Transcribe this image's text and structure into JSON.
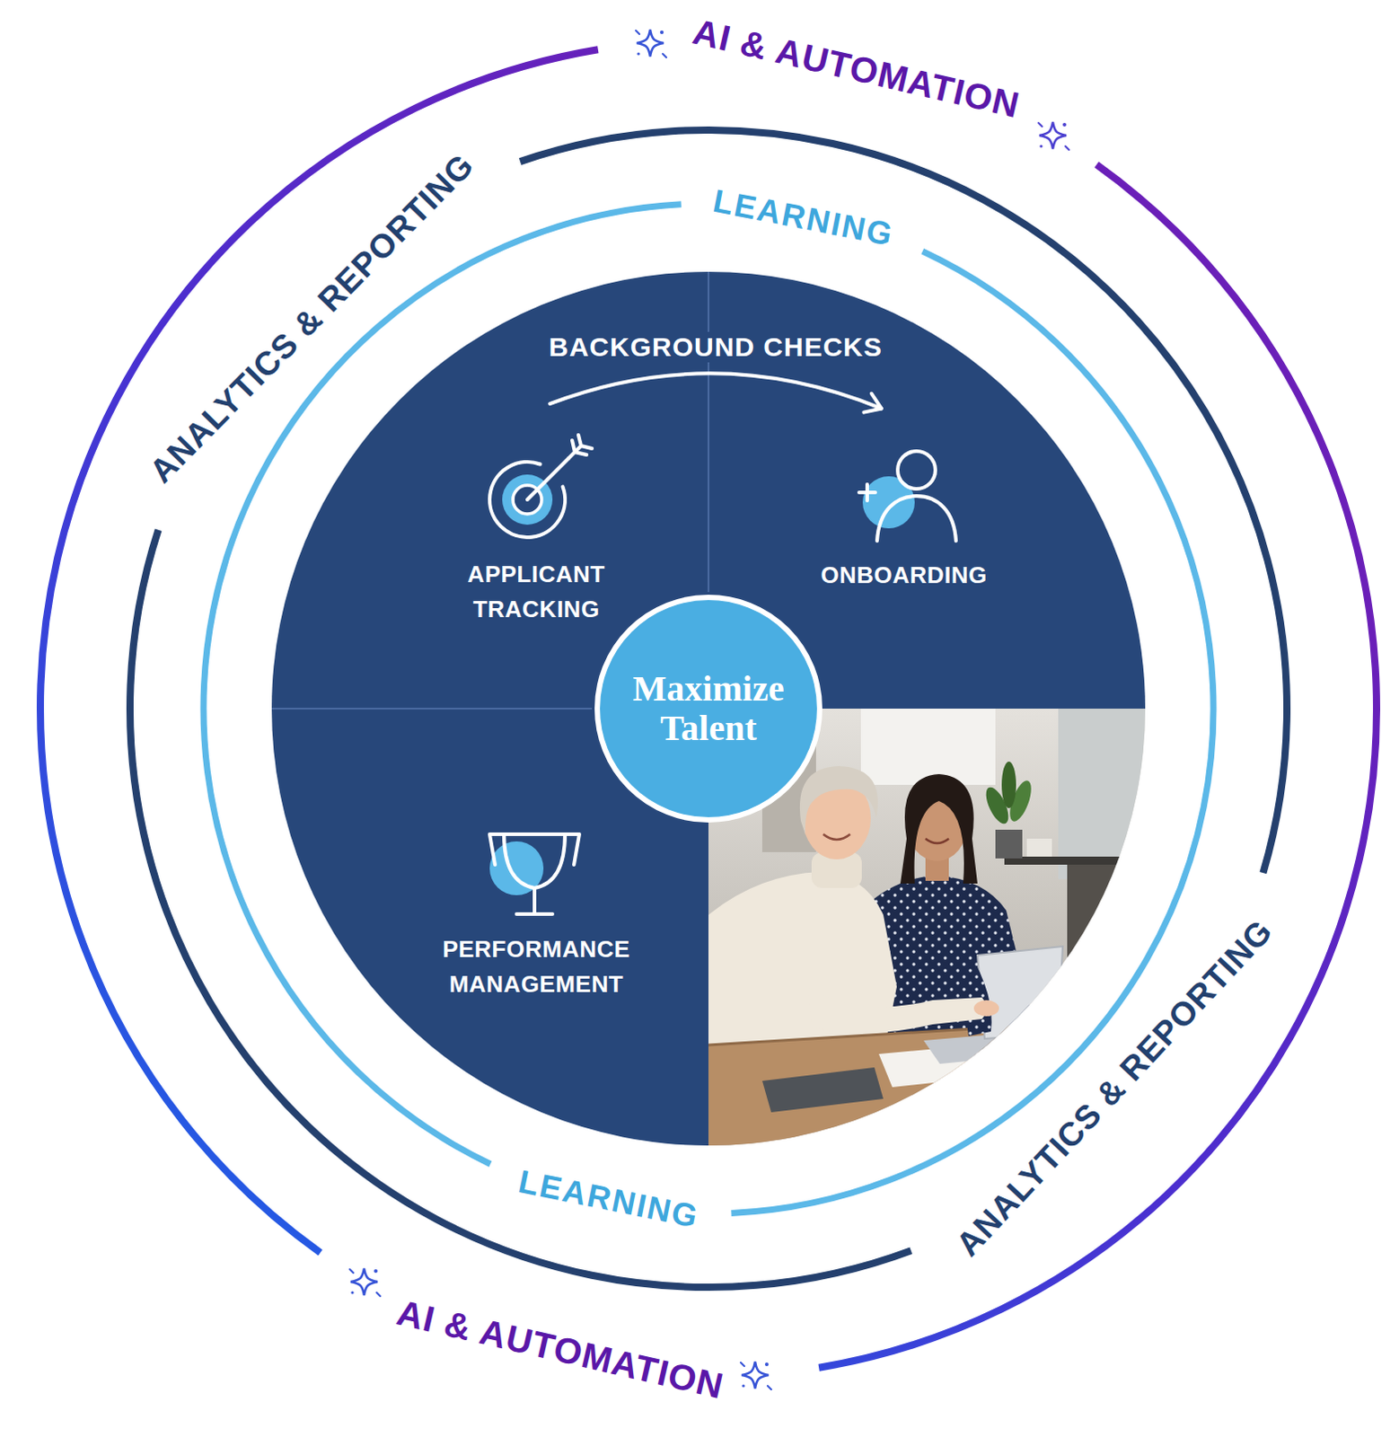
{
  "diagram": {
    "nodes": [
      {
        "text": [
          "AI & AUTOMATION",
          "AI & AUTOMATION"
        ]
      },
      {
        "text": [
          "ANALYTICS & REPORTING",
          "ANALYTICS & REPORTING"
        ],
        "in": 0
      },
      {
        "text": [
          "LEARNING",
          "LEARNING"
        ],
        "in": 1
      },
      {
        "text": [
          "APPLICANT TRACKING"
        ],
        "in": 2
      },
      {
        "text": [
          "ONBOARDING"
        ],
        "in": 2
      },
      {
        "text": [
          "PERFORMANCE MANAGEMENT"
        ],
        "in": 2
      },
      {
        "text": [
          "Maximize Talent"
        ],
        "in": 2
      }
    ],
    "edges": [
      {
        "from": 3,
        "to": 4,
        "label": "BACKGROUND CHECKS",
        "arrow": "to"
      }
    ]
  }
}
